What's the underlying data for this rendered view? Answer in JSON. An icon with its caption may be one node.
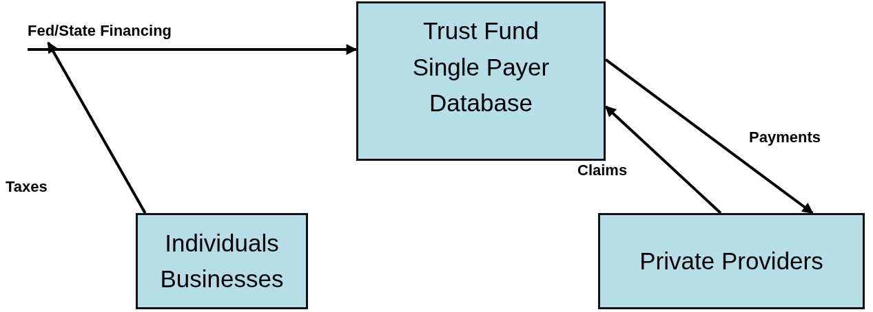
{
  "diagram": {
    "nodes": [
      {
        "text": [
          "Trust Fund",
          "Single Payer Database"
        ]
      },
      {
        "text": [
          "Individuals Businesses"
        ]
      },
      {
        "text": [
          "Private Providers"
        ]
      }
    ],
    "edges": [
      {
        "from": null,
        "to": 0,
        "arrow": "to",
        "label": "Fed/State Financing"
      },
      {
        "from": 1,
        "to": null,
        "arrow": "to",
        "label": "Taxes"
      },
      {
        "from": 2,
        "to": 0,
        "arrow": "to",
        "label": "Claims"
      },
      {
        "from": 0,
        "to": 2,
        "arrow": "to",
        "label": "Payments"
      }
    ]
  }
}
